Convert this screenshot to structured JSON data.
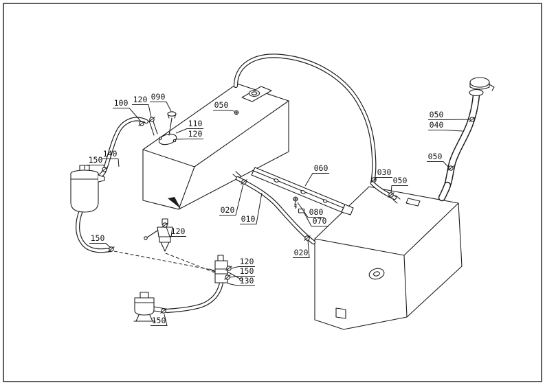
{
  "colors": {
    "ink": "#1c1c1c",
    "paper": "#ffffff"
  },
  "callouts": [
    {
      "label": "100"
    },
    {
      "label": "120"
    },
    {
      "label": "090"
    },
    {
      "label": "050"
    },
    {
      "label": "110"
    },
    {
      "label": "120"
    },
    {
      "label": "150"
    },
    {
      "label": "140"
    },
    {
      "label": "060"
    },
    {
      "label": "030"
    },
    {
      "label": "050"
    },
    {
      "label": "050"
    },
    {
      "label": "040"
    },
    {
      "label": "050"
    },
    {
      "label": "020"
    },
    {
      "label": "010"
    },
    {
      "label": "080"
    },
    {
      "label": "070"
    },
    {
      "label": "150"
    },
    {
      "label": "120"
    },
    {
      "label": "020"
    },
    {
      "label": "120"
    },
    {
      "label": "150"
    },
    {
      "label": "130"
    },
    {
      "label": "150"
    }
  ]
}
